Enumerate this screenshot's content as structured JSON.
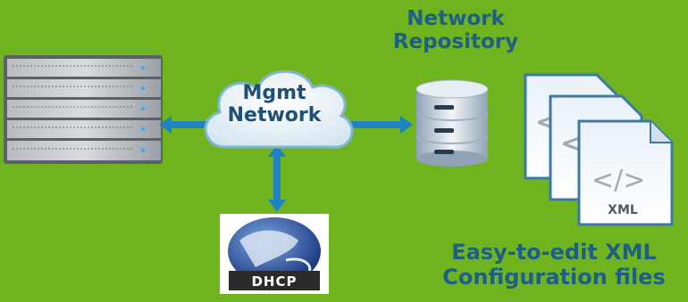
{
  "labels": {
    "repository_title_line1": "Network",
    "repository_title_line2": "Repository",
    "cloud_line1": "Mgmt",
    "cloud_line2": "Network",
    "xml_caption_line1": "Easy-to-edit XML",
    "xml_caption_line2": "Configuration files",
    "dhcp_label": "DHCP",
    "xml_file_label": "XML"
  },
  "colors": {
    "background": "#6fb41f",
    "label_text": "#1d5f87",
    "arrow": "#1e82c3"
  }
}
